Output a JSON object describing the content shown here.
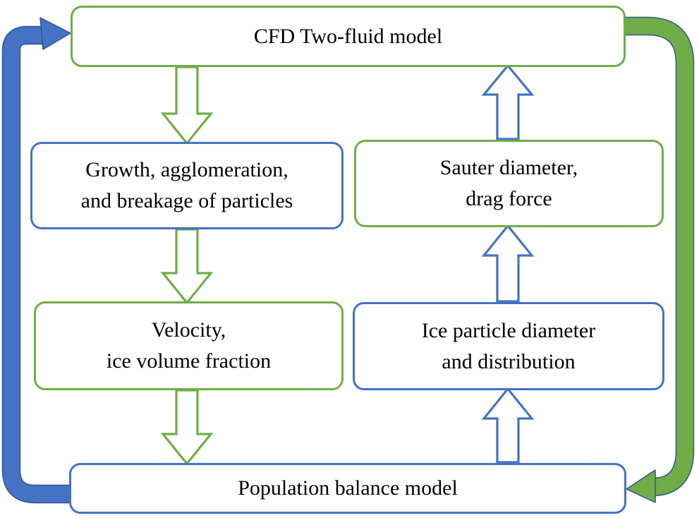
{
  "colors": {
    "green": "#70AD47",
    "blue": "#4472C4",
    "outline": "#2F5597",
    "text": "#000000",
    "background": "#FFFFFF"
  },
  "boxes": {
    "cfd": {
      "label": "CFD Two-fluid model",
      "border": "green"
    },
    "growth": {
      "line1": "Growth, agglomeration,",
      "line2": "and breakage of particles",
      "border": "blue"
    },
    "sauter": {
      "line1": "Sauter diameter,",
      "line2": "drag force",
      "border": "green"
    },
    "velocity": {
      "line1": "Velocity,",
      "line2": "ice volume fraction",
      "border": "green"
    },
    "ice": {
      "line1": "Ice particle diameter",
      "line2": "and distribution",
      "border": "blue"
    },
    "population": {
      "label": "Population balance model",
      "border": "blue"
    }
  },
  "arrows": {
    "cfd_to_growth": {
      "style": "hollow",
      "color": "green",
      "direction": "down"
    },
    "growth_to_velocity": {
      "style": "hollow",
      "color": "green",
      "direction": "down"
    },
    "velocity_to_population": {
      "style": "hollow",
      "color": "green",
      "direction": "down"
    },
    "sauter_to_cfd": {
      "style": "hollow",
      "color": "blue",
      "direction": "up"
    },
    "ice_to_sauter": {
      "style": "hollow",
      "color": "blue",
      "direction": "up"
    },
    "population_to_ice": {
      "style": "hollow",
      "color": "blue",
      "direction": "up"
    },
    "population_to_cfd_cycle": {
      "style": "solid-band",
      "color": "blue",
      "side": "left"
    },
    "cfd_to_population_cycle": {
      "style": "solid-band",
      "color": "green",
      "side": "right"
    }
  }
}
